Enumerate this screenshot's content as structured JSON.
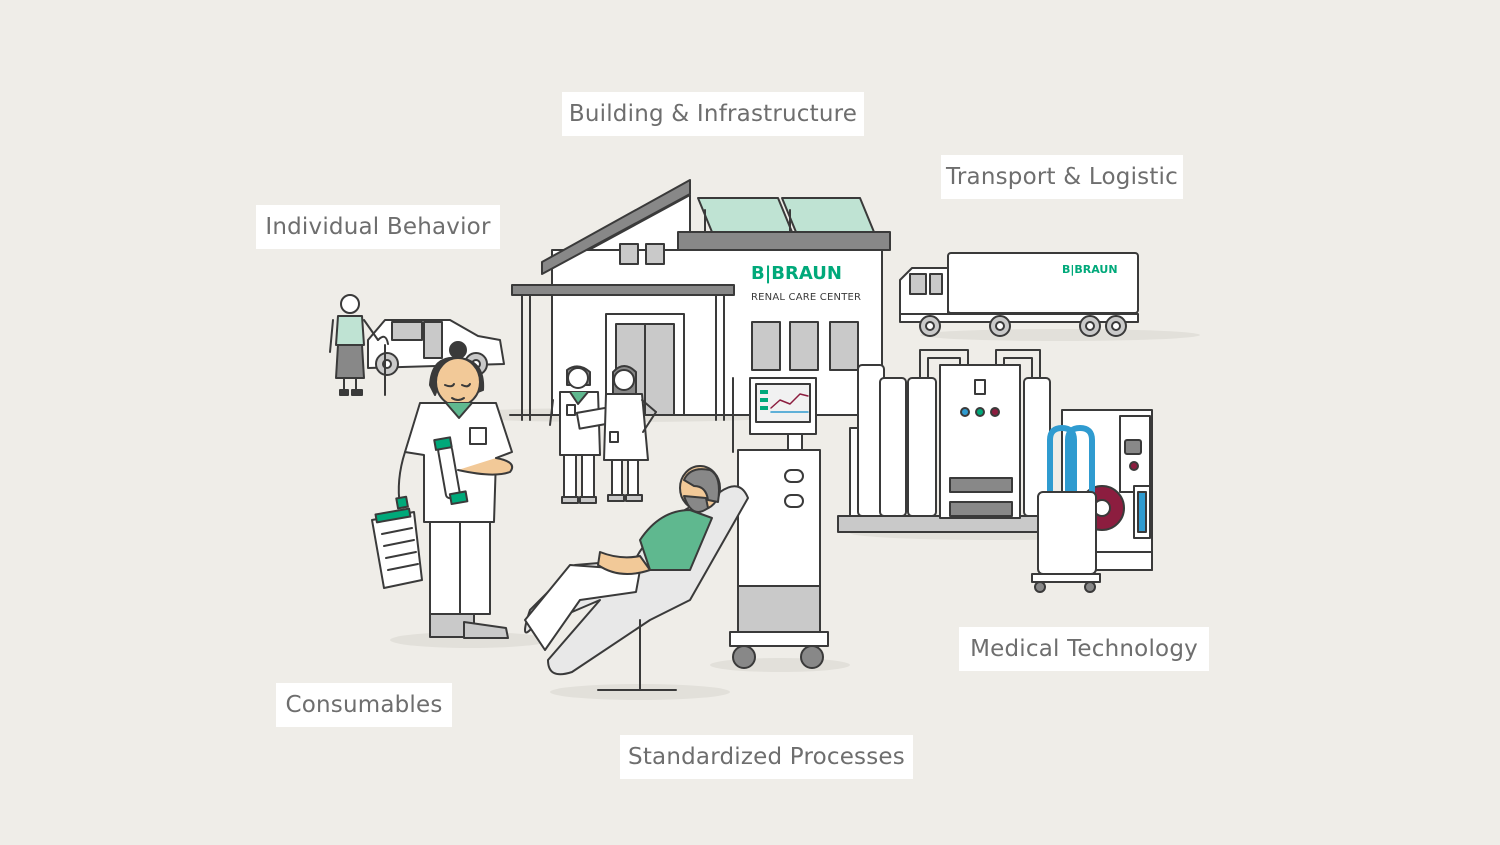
{
  "labels": {
    "building": "Building & Infrastructure",
    "transport": "Transport & Logistic",
    "individual": "Individual Behavior",
    "medical": "Medical Technology",
    "consumables": "Consumables",
    "processes": "Standardized Processes"
  },
  "building_sign": {
    "brand": "B|BRAUN",
    "subtitle": "RENAL CARE CENTER"
  },
  "truck_sign": {
    "brand": "B|BRAUN"
  },
  "colors": {
    "background": "#efede8",
    "brand_green": "#00a97a",
    "accent_green": "#5fb88f",
    "solar": "#bfe3d3",
    "machine_blue": "#2f9bd0",
    "dialyzer_red": "#8c1d3f",
    "line": "#3a3a3a"
  }
}
